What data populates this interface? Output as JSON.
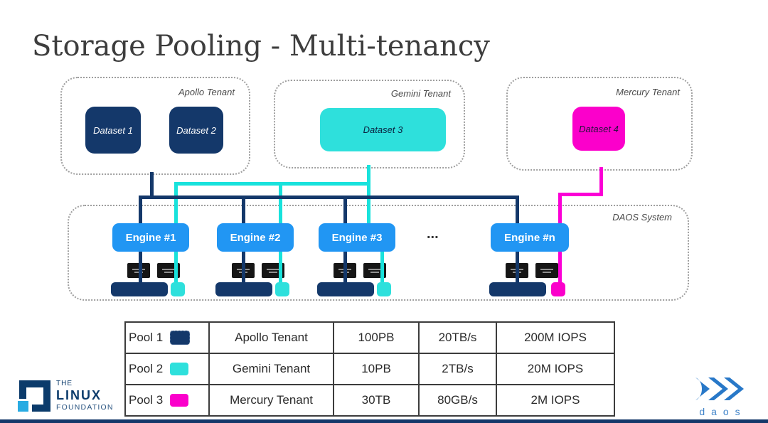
{
  "title": "Storage Pooling - Multi-tenancy",
  "tenants": [
    {
      "label": "Apollo Tenant",
      "datasets": [
        "Dataset 1",
        "Dataset 2"
      ]
    },
    {
      "label": "Gemini Tenant",
      "datasets": [
        "Dataset 3"
      ]
    },
    {
      "label": "Mercury Tenant",
      "datasets": [
        "Dataset 4"
      ]
    }
  ],
  "daos_system": {
    "label": "DAOS System",
    "engines": [
      "Engine #1",
      "Engine #2",
      "Engine #3",
      "Engine #n"
    ],
    "ellipsis": "..."
  },
  "table": {
    "rows": [
      {
        "pool": "Pool 1",
        "swatch_color": "#14386a",
        "tenant": "Apollo Tenant",
        "capacity": "100PB",
        "bandwidth": "20TB/s",
        "iops": "200M IOPS"
      },
      {
        "pool": "Pool 2",
        "swatch_color": "#2ee0dc",
        "tenant": "Gemini Tenant",
        "capacity": "10PB",
        "bandwidth": "2TB/s",
        "iops": "20M IOPS"
      },
      {
        "pool": "Pool 3",
        "swatch_color": "#fb00cb",
        "tenant": "Mercury Tenant",
        "capacity": "30TB",
        "bandwidth": "80GB/s",
        "iops": "2M IOPS"
      }
    ]
  },
  "footer": {
    "linux_the": "THE",
    "linux_name": "LINUX",
    "linux_sub": "FOUNDATION",
    "daos_word": "daos"
  },
  "colors": {
    "pool1_navy": "#14386a",
    "pool2_cyan": "#2ee0dc",
    "pool3_magenta": "#fb00cb",
    "engine_blue": "#2196f3",
    "dashed_border": "#9e9e9e",
    "title_text": "#3d3d3d",
    "linux_navy": "#0b3b6b",
    "linux_lightblue": "#29abe2",
    "daos_blue": "#2878c8"
  }
}
